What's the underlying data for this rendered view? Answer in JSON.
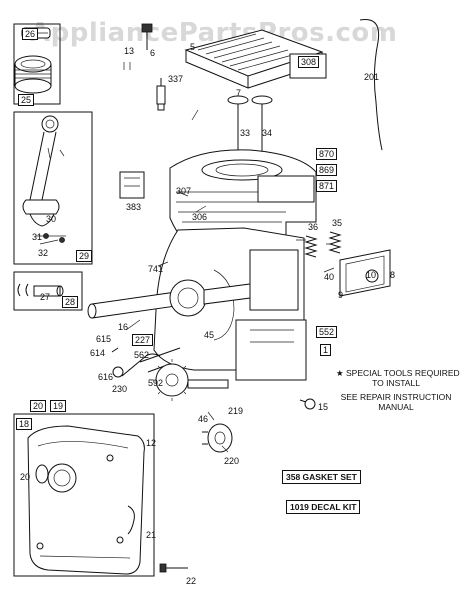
{
  "watermark": "AppliancePartsPros.com",
  "labels": {
    "p26": "26",
    "p13": "13",
    "p6": "6",
    "p5": "5",
    "p308": "308",
    "p201": "201",
    "p337": "337",
    "p7": "7",
    "p25": "25",
    "p33": "33",
    "p34": "34",
    "p870": "870",
    "p869": "869",
    "p871": "871",
    "p383": "383",
    "p307": "307",
    "p306": "306",
    "p30": "30",
    "p31": "31",
    "p32": "32",
    "p29": "29",
    "p36": "36",
    "p35": "35",
    "p741": "741",
    "p10": "10",
    "p8": "8",
    "p40": "40",
    "p9": "9",
    "p27": "27",
    "p28": "28",
    "p16": "16",
    "p552": "552",
    "p1": "1",
    "p615": "615",
    "p614": "614",
    "p227": "227",
    "p562": "562",
    "p45": "45",
    "p616": "616",
    "p230": "230",
    "p592": "592",
    "p46": "46",
    "p219": "219",
    "p15": "15",
    "p20a": "20",
    "p19": "19",
    "p18": "18",
    "p12": "12",
    "p220": "220",
    "p20b": "20",
    "p21": "21",
    "p22": "22"
  },
  "notes": {
    "special_tools": "SPECIAL TOOLS REQUIRED",
    "to_install": "TO INSTALL",
    "see_repair": "SEE REPAIR INSTRUCTION",
    "manual": "MANUAL",
    "star": "★"
  },
  "kits": {
    "gasket_set": "358 GASKET SET",
    "decal_kit": "1019 DECAL KIT"
  }
}
